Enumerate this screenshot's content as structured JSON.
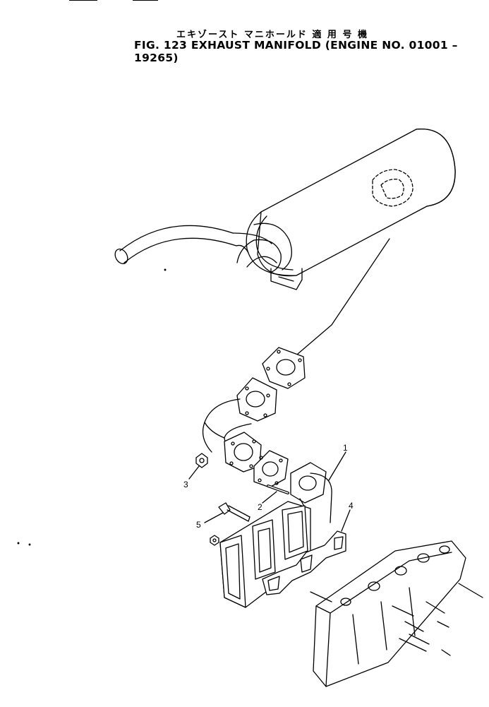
{
  "header": {
    "jp_title": "エキゾースト マニホールド 適 用 号 機",
    "en_title": "FIG. 123  EXHAUST MANIFOLD (ENGINE NO. 01001 – 19265)"
  },
  "callouts": [
    {
      "id": "callout-1",
      "label": "1"
    },
    {
      "id": "callout-2",
      "label": "2"
    },
    {
      "id": "callout-3",
      "label": "3"
    },
    {
      "id": "callout-4",
      "label": "4"
    },
    {
      "id": "callout-5",
      "label": "5"
    }
  ],
  "colors": {
    "line": "#000000",
    "background": "#ffffff"
  }
}
